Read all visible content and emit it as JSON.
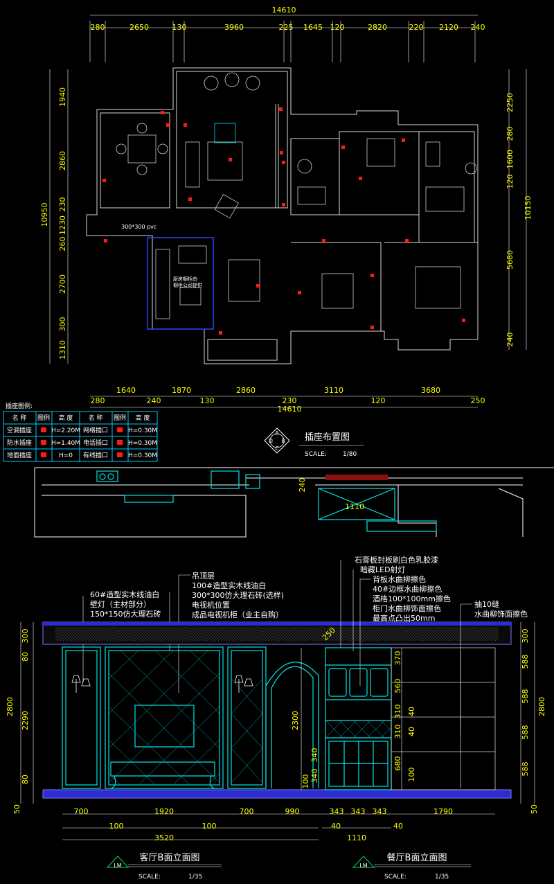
{
  "plan": {
    "top_total": "14610",
    "top_dims": [
      "280",
      "2650",
      "130",
      "3960",
      "225",
      "1645",
      "120",
      "2820",
      "220",
      "2120",
      "240"
    ],
    "bottom_dims": [
      "280",
      "1640",
      "240",
      "1870",
      "130",
      "2860",
      "230",
      "3110",
      "120",
      "3680",
      "250"
    ],
    "bottom_total": "14610",
    "left_total": "10950",
    "left_dims": [
      "1940",
      "2860",
      "230",
      "1230",
      "260",
      "2700",
      "300",
      "1310"
    ],
    "right_total": "10150",
    "right_dims": [
      "2250",
      "280",
      "1600",
      "120",
      "5680",
      "240"
    ],
    "room_note": "300*300 pvc",
    "cabinet_note_1": "厨房橱柜由",
    "cabinet_note_2": "橱柜公司提供",
    "title": "插座布置图",
    "scale_label": "SCALE:",
    "scale_value": "1/80",
    "compass_letters": [
      "A",
      "B",
      "C",
      "D"
    ]
  },
  "legend": {
    "title": "插座图例:",
    "headers": [
      "名 称",
      "图例",
      "高 度",
      "名 称",
      "图例",
      "高 度"
    ],
    "rows": [
      [
        "空调插座",
        "",
        "H=2.20M",
        "网络插口",
        "",
        "H=0.30M"
      ],
      [
        "防水插座",
        "",
        "H=1.40M",
        "电话插口",
        "",
        "H=0.30M"
      ],
      [
        "地面插座",
        "",
        "H=0",
        "有线插口",
        "",
        "H=0.30M"
      ]
    ]
  },
  "middle_elev": {
    "dim_h": "240",
    "dim_w": "1110"
  },
  "elevation_left": {
    "annot_left": [
      "60#造型实木线油白",
      "壁灯（主材部分）",
      "150*150仿大理石砖"
    ],
    "annot_center": [
      "吊顶层",
      "100#造型实木线油白",
      "300*300仿大理石砖(选样)",
      "电视机位置",
      "成品电视机柜（业主自购）"
    ],
    "left_dims": [
      "300",
      "80",
      "2290",
      "80"
    ],
    "left_total": "2800",
    "left_bottom": "50",
    "height_2300": "2300",
    "bottom_dims": [
      "700",
      "1920",
      "700",
      "990"
    ],
    "sub_dims": [
      "100",
      "100"
    ],
    "bottom_total": "3520",
    "title": "客厅B面立面图",
    "badge": "LM",
    "scale_label": "SCALE:",
    "scale_value": "1/35"
  },
  "elevation_right": {
    "annot_top": [
      "石膏板封板刷白色乳胶漆",
      "暗藏LED射灯",
      "背板水曲柳擦色",
      "40#边框水曲柳擦色",
      "酒格100*100mm擦色",
      "柜门水曲柳饰面擦色",
      "最高点凸出50mm"
    ],
    "annot_right": [
      "抽10缝",
      "水曲柳饰面擦色"
    ],
    "diag_dim": "250",
    "inner_dims": [
      "370",
      "560",
      "310",
      "40",
      "310",
      "40",
      "340",
      "340",
      "680",
      "100",
      "100"
    ],
    "right_dims_1": [
      "300",
      "588",
      "588",
      "588",
      "588"
    ],
    "right_total": "2800",
    "right_bottom": "50",
    "bottom_dims": [
      "343",
      "343",
      "343",
      "1790"
    ],
    "sub_dims": [
      "40",
      "40"
    ],
    "bottom_total": "1110",
    "title": "餐厅B面立面图",
    "badge": "LM",
    "scale_label": "SCALE:",
    "scale_value": "1/35"
  }
}
